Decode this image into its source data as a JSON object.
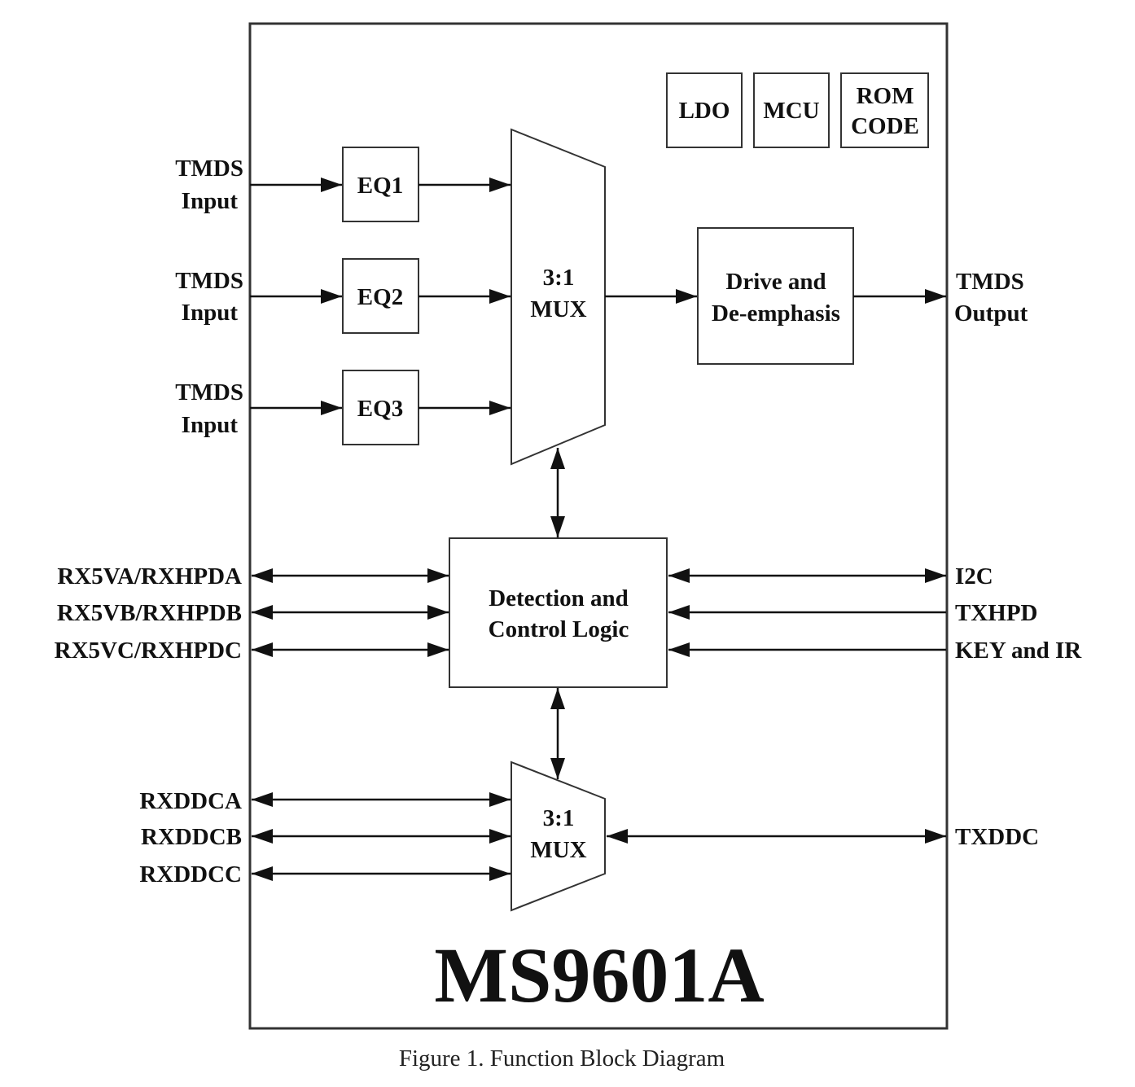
{
  "chip_name": "MS9601A",
  "caption": "Figure 1. Function Block Diagram",
  "support_blocks": [
    {
      "lines": [
        "LDO"
      ]
    },
    {
      "lines": [
        "MCU"
      ]
    },
    {
      "lines": [
        "ROM",
        "CODE"
      ]
    }
  ],
  "eq_blocks": [
    "EQ1",
    "EQ2",
    "EQ3"
  ],
  "tmds_inputs": [
    {
      "lines": [
        "TMDS",
        "Input"
      ]
    },
    {
      "lines": [
        "TMDS",
        "Input"
      ]
    },
    {
      "lines": [
        "TMDS",
        "Input"
      ]
    }
  ],
  "top_mux": {
    "lines": [
      "3:1",
      "MUX"
    ]
  },
  "drive_block": {
    "lines": [
      "Drive and",
      "De-emphasis"
    ]
  },
  "tmds_output": {
    "lines": [
      "TMDS",
      "Output"
    ]
  },
  "control_block": {
    "lines": [
      "Detection and",
      "Control Logic"
    ]
  },
  "left_hpd_signals": [
    "RX5VA/RXHPDA",
    "RX5VB/RXHPDB",
    "RX5VC/RXHPDC"
  ],
  "right_control_signals": [
    {
      "label": "I2C",
      "direction": "bidirectional"
    },
    {
      "label": "TXHPD",
      "direction": "input"
    },
    {
      "label": "KEY and IR",
      "direction": "input"
    }
  ],
  "bottom_mux": {
    "lines": [
      "3:1",
      "MUX"
    ]
  },
  "ddc_inputs": [
    "RXDDCA",
    "RXDDCB",
    "RXDDCC"
  ],
  "ddc_output": "TXDDC"
}
